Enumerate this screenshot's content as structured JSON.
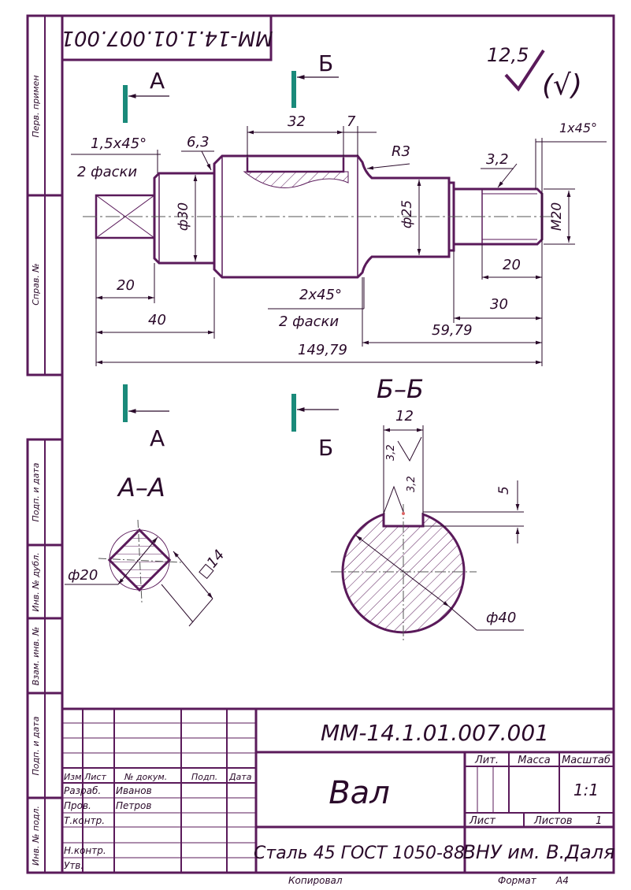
{
  "stamp_top": "MM-14.1.01.007.001",
  "surface_roughness": {
    "value": "12,5",
    "rest": "(√)"
  },
  "section_marks": {
    "a": "А",
    "b": "Б"
  },
  "views": {
    "section_bb": "Б–Б",
    "section_aa": "А–А"
  },
  "main_view": {
    "chamfer_top": "1,5x45°",
    "chamfer_top_note": "2 фаски",
    "rough_63": "6,3",
    "key_len": "32",
    "key_off": "7",
    "radius": "R3",
    "chamfer_right": "1x45°",
    "rough_32": "3,2",
    "dia30": "ф30",
    "dia25": "ф25",
    "m20": "M20",
    "d20_left": "20",
    "d40": "40",
    "chamfer_bottom": "2x45°",
    "chamfer_bottom_note": "2 фаски",
    "d20_right": "20",
    "d30": "30",
    "d5979": "59,79",
    "d14979": "149,79"
  },
  "section_b": {
    "width": "12",
    "r1": "3,2",
    "r2": "3,2",
    "depth": "5",
    "dia": "ф40"
  },
  "section_a": {
    "dia": "ф20",
    "square": "□14"
  },
  "side_columns": {
    "perv_primen": "Перв. примен",
    "sprav_no": "Справ. №",
    "podp_data_1": "Подп. и дата",
    "inv_dubl": "Инв. № дубл.",
    "vzam_inv": "Взам. инв. №",
    "podp_data_2": "Подп. и дата",
    "inv_podl": "Инв. № подл."
  },
  "title_block": {
    "designation": "MM-14.1.01.007.001",
    "name": "Вал",
    "material": "Сталь 45 ГОСТ 1050-88",
    "organization": "ВНУ им. В.Даля",
    "col_lit": "Лит.",
    "col_mass": "Масса",
    "col_scale": "Масштаб",
    "scale": "1:1",
    "sheet": "Лист",
    "sheets": "Листов",
    "sheets_val": "1",
    "izm": "Изм.",
    "list": "Лист",
    "doc_no": "№ докум.",
    "sign": "Подп.",
    "date": "Дата",
    "razrab": "Разраб.",
    "razrab_name": "Иванов",
    "prov": "Пров.",
    "prov_name": "Петров",
    "tkontr": "Т.контр.",
    "nkontr": "Н.контр.",
    "utv": "Утв.",
    "kopiroval": "Копировал",
    "format": "Формат",
    "format_val": "А4"
  },
  "colors": {
    "outline": "#5a1a5a",
    "dim": "#2a0a2a",
    "section_marker": "#1a8a7a",
    "axis": "#555555"
  }
}
